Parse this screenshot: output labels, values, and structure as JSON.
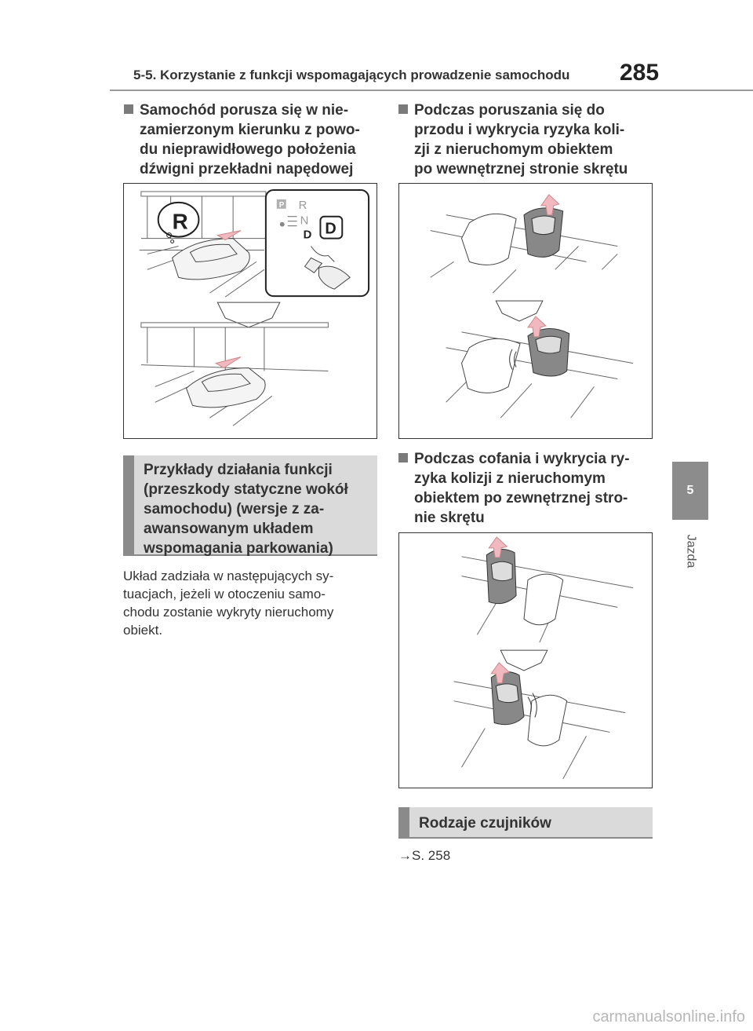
{
  "header": {
    "section_title": "5-5. Korzystanie z funkcji wspomagających prowadzenie samochodu",
    "page_number": "285"
  },
  "side_tab": {
    "chapter_number": "5",
    "chapter_label": "Jazda"
  },
  "left_column": {
    "heading_lines": [
      "Samochód porusza się w nie-",
      "zamierzonym kierunku z powo-",
      "du nieprawidłowego położenia",
      "dźwigni przekładni napędowej"
    ],
    "figure_labels": {
      "gear_bubble": "R",
      "shift_p": "P",
      "shift_r": "R",
      "shift_n": "N",
      "shift_d": "D",
      "selected_gear": "D"
    },
    "box_title_lines": [
      "Przykłady działania funkcji",
      "(przeszkody statyczne wokół",
      "samochodu) (wersje z za-",
      "awansowanym układem",
      "wspomagania parkowania)"
    ],
    "body_lines": [
      "Układ zadziała w następujących sy-",
      "tuacjach, jeżeli w otoczeniu samo-",
      "chodu zostanie wykryty nieruchomy",
      "obiekt."
    ]
  },
  "right_column": {
    "heading1_lines": [
      "Podczas poruszania się do",
      "przodu i wykrycia ryzyka koli-",
      "zji z nieruchomym obiektem",
      "po wewnętrznej stronie skrętu"
    ],
    "heading2_lines": [
      "Podczas cofania i wykrycia ry-",
      "zyka kolizji z nieruchomym",
      "obiektem po zewnętrznej stro-",
      "nie skrętu"
    ],
    "box_title": "Rodzaje czujników",
    "reference": "→S. 258"
  },
  "watermark": "carmanualsonline.info"
}
